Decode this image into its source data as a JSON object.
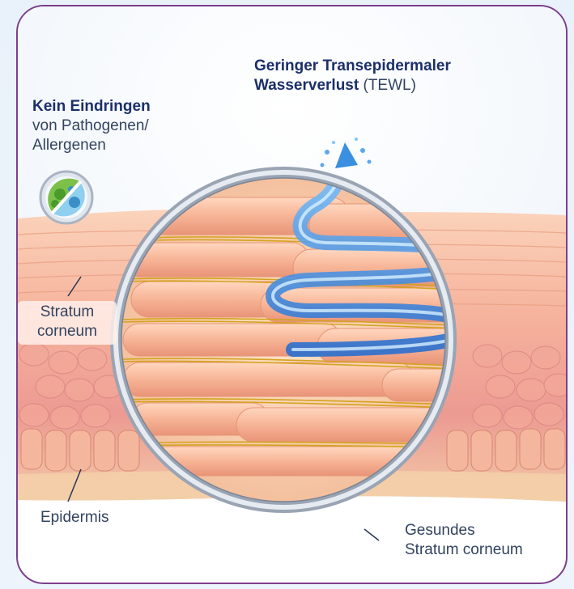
{
  "labels": {
    "tewl_title_line1": "Geringer Transepidermaler",
    "tewl_title_line2": "Wasserverlust",
    "tewl_abbr": "(TEWL)",
    "pathogen_bold": "Kein Eindringen",
    "pathogen_line2": "von Pathogenen/",
    "pathogen_line3": "Allergenen",
    "stratum_line1": "Stratum",
    "stratum_line2": "corneum",
    "epidermis": "Epidermis",
    "healthy_line1": "Gesundes",
    "healthy_line2": "Stratum corneum"
  },
  "colors": {
    "frame": "#7d3f8c",
    "heading": "#1b2f6a",
    "skin_light": "#f9c3a6",
    "skin_dark": "#e88a8e",
    "lipid": "#d9a520",
    "water": "#3a8fe0"
  },
  "icons": {
    "shield": "shield-icon",
    "water_arrow": "water-arrow-icon",
    "magnifier": "magnifier-lens-icon"
  }
}
